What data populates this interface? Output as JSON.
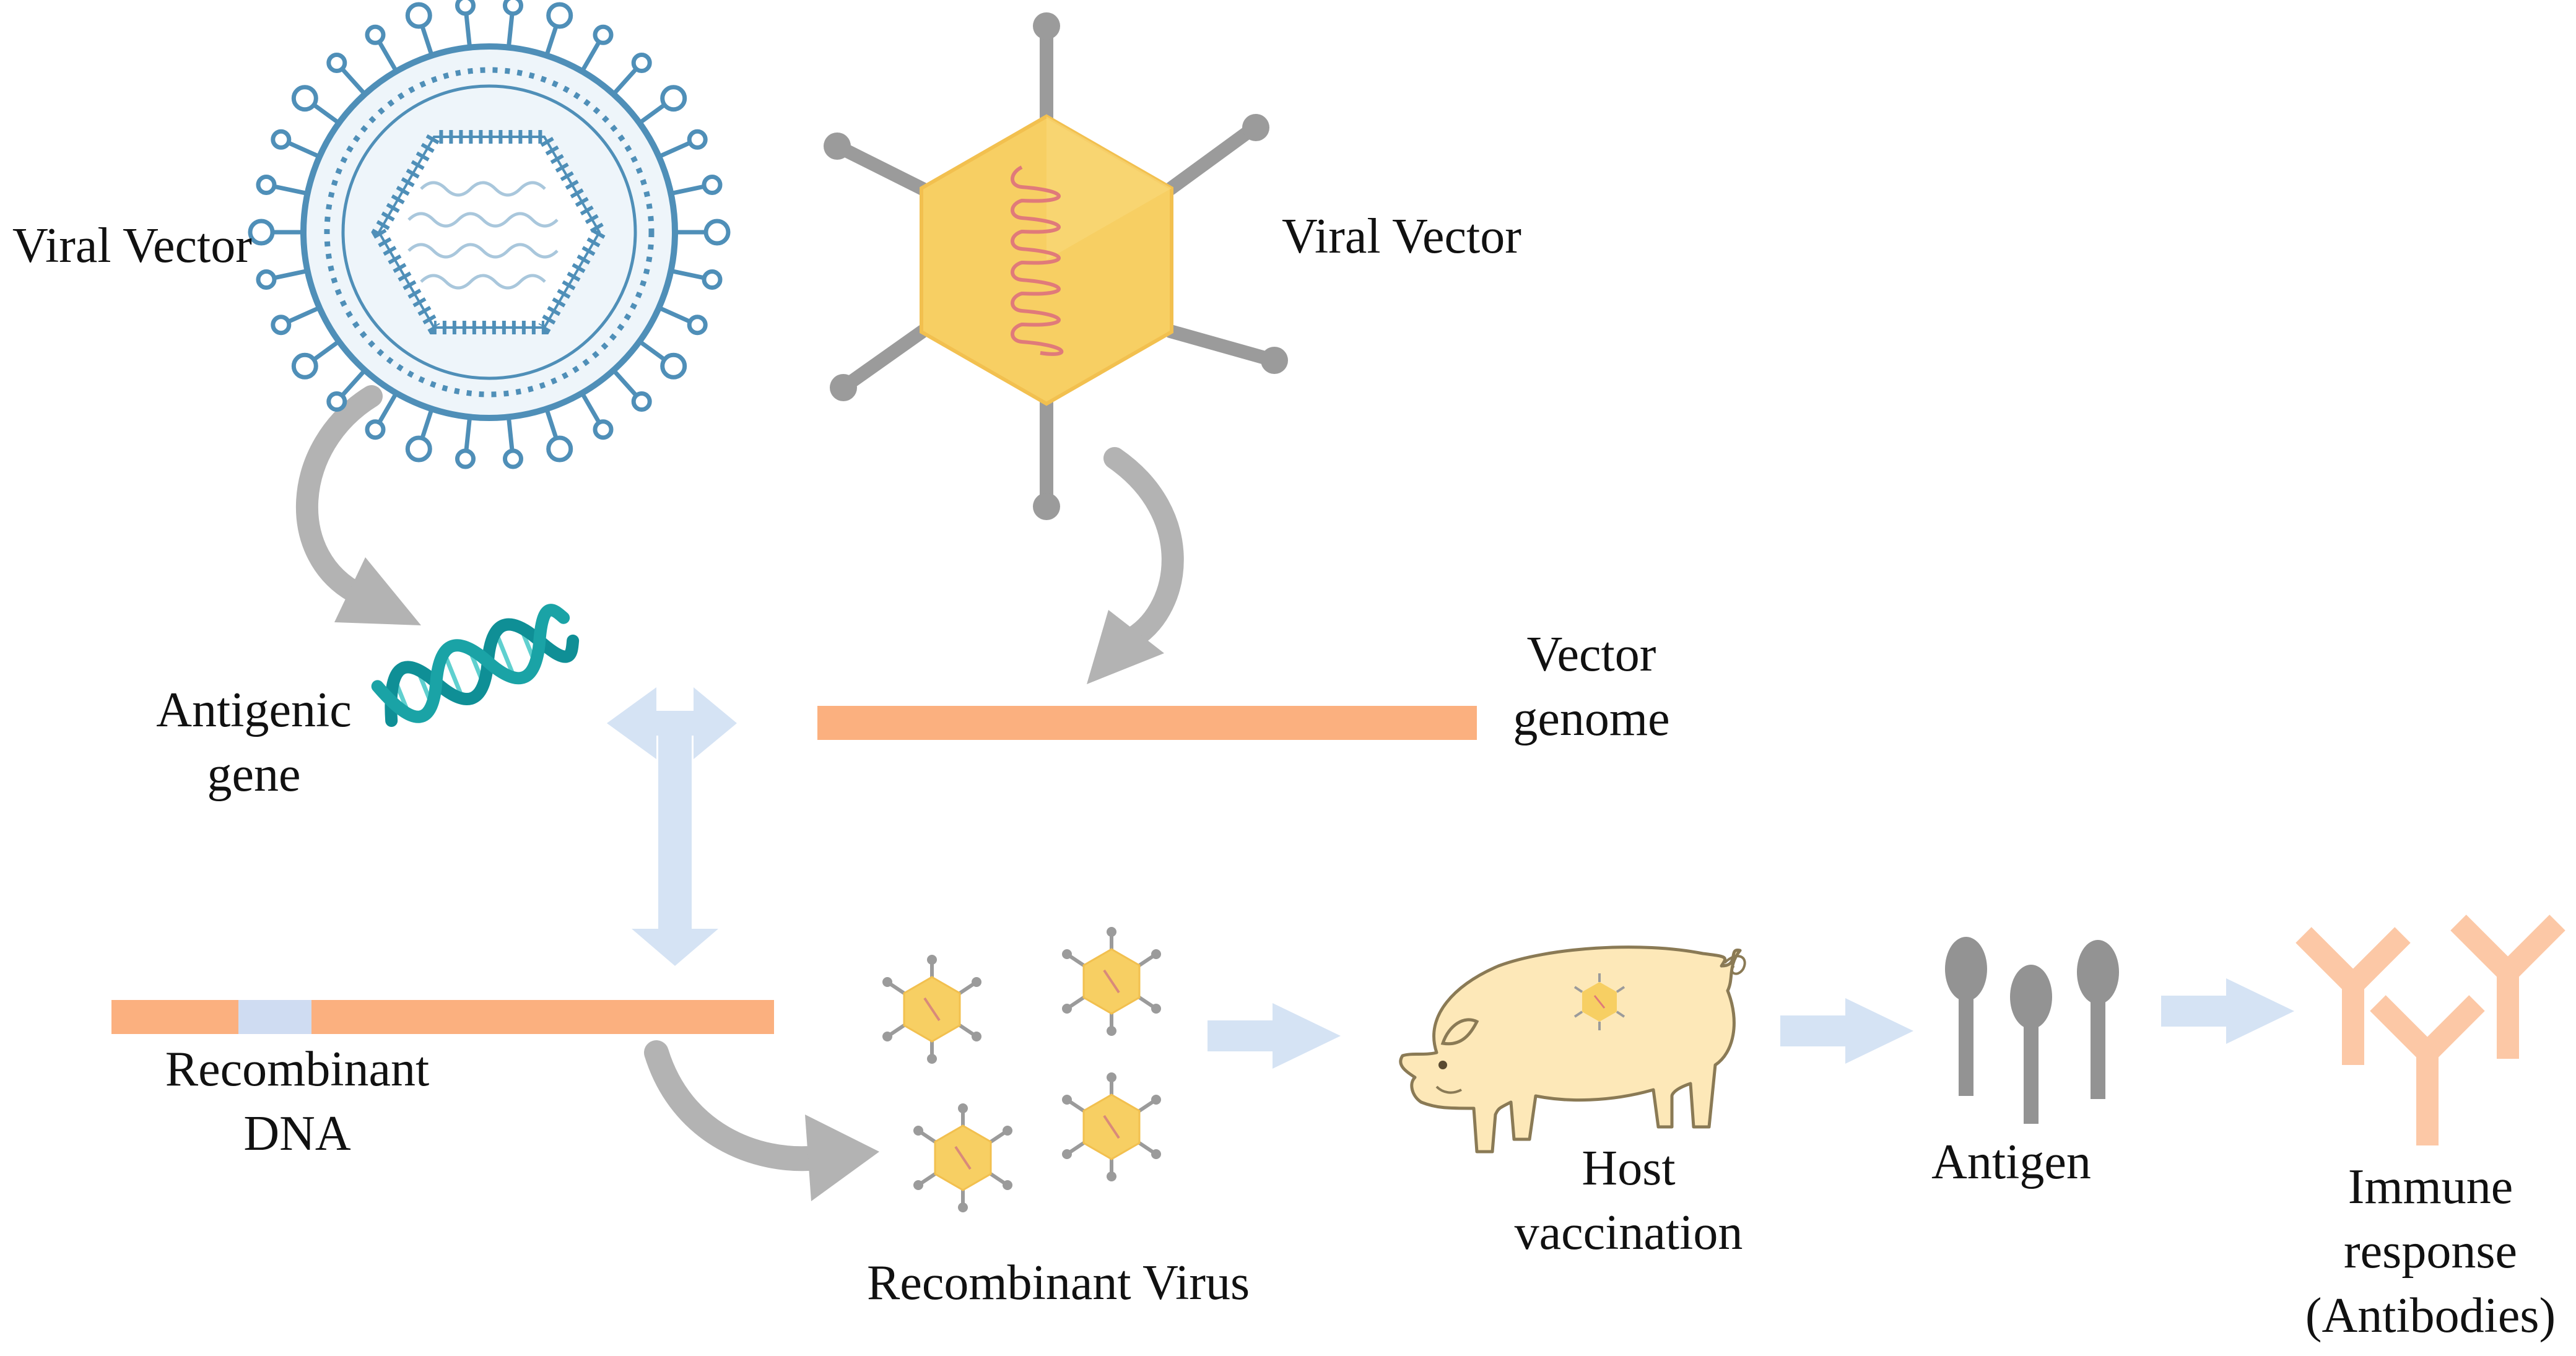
{
  "labels": {
    "viral_vector_left": "Viral Vector",
    "viral_vector_right": "Viral Vector",
    "antigenic_gene": [
      "Antigenic",
      "gene"
    ],
    "vector_genome": [
      "Vector",
      "genome"
    ],
    "recombinant_dna": [
      "Recombinant",
      "DNA"
    ],
    "recombinant_virus": "Recombinant Virus",
    "host_vaccination": [
      "Host",
      "vaccination"
    ],
    "antigen": "Antigen",
    "immune_response": [
      "Immune",
      "response",
      "(Antibodies)"
    ]
  },
  "colors": {
    "virus_blue": "#4f8fb8",
    "virus_fill": "#eef5fa",
    "capsid_yellow": "#f7cf63",
    "capsid_light": "#fde9a6",
    "gene_strand": "#e07a7a",
    "genome_bar": "#fbb07f",
    "insert_segment": "#cfdcf2",
    "flow_arrow_blue": "#d5e3f4",
    "curved_arrow_gray": "#b3b3b3",
    "spike_gray": "#9b9b9b",
    "dna_teal": "#1aa3a6",
    "pig_fill": "#fde8b8",
    "pig_stroke": "#8a7a55",
    "antigen_gray": "#939393",
    "antibody_peach": "#fcc8a6"
  }
}
